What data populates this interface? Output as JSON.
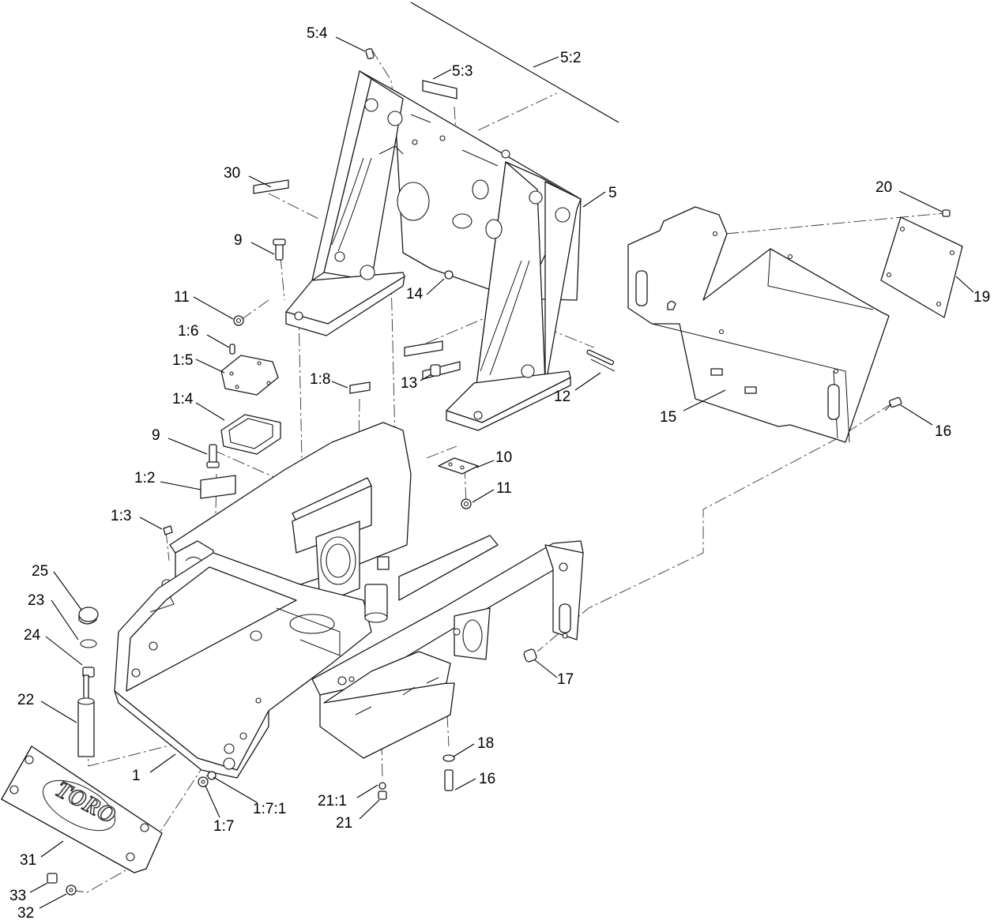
{
  "diagram": {
    "logo_text": "TORO",
    "callouts": [
      {
        "id": "5-4",
        "text": "5:4"
      },
      {
        "id": "5-2",
        "text": "5:2"
      },
      {
        "id": "5-3",
        "text": "5:3"
      },
      {
        "id": "30",
        "text": "30"
      },
      {
        "id": "5",
        "text": "5"
      },
      {
        "id": "20",
        "text": "20"
      },
      {
        "id": "9a",
        "text": "9"
      },
      {
        "id": "19",
        "text": "19"
      },
      {
        "id": "11a",
        "text": "11"
      },
      {
        "id": "14",
        "text": "14"
      },
      {
        "id": "1-6",
        "text": "1:6"
      },
      {
        "id": "1-5",
        "text": "1:5"
      },
      {
        "id": "1-8",
        "text": "1:8"
      },
      {
        "id": "13",
        "text": "13"
      },
      {
        "id": "12",
        "text": "12"
      },
      {
        "id": "1-4",
        "text": "1:4"
      },
      {
        "id": "15",
        "text": "15"
      },
      {
        "id": "16a",
        "text": "16"
      },
      {
        "id": "9b",
        "text": "9"
      },
      {
        "id": "10",
        "text": "10"
      },
      {
        "id": "1-2",
        "text": "1:2"
      },
      {
        "id": "11b",
        "text": "11"
      },
      {
        "id": "1-3",
        "text": "1:3"
      },
      {
        "id": "25",
        "text": "25"
      },
      {
        "id": "23",
        "text": "23"
      },
      {
        "id": "24",
        "text": "24"
      },
      {
        "id": "17",
        "text": "17"
      },
      {
        "id": "22",
        "text": "22"
      },
      {
        "id": "18",
        "text": "18"
      },
      {
        "id": "1",
        "text": "1"
      },
      {
        "id": "16b",
        "text": "16"
      },
      {
        "id": "21-1",
        "text": "21:1"
      },
      {
        "id": "1-7-1",
        "text": "1:7:1"
      },
      {
        "id": "21",
        "text": "21"
      },
      {
        "id": "1-7",
        "text": "1:7"
      },
      {
        "id": "31",
        "text": "31"
      },
      {
        "id": "33",
        "text": "33"
      },
      {
        "id": "32",
        "text": "32"
      }
    ]
  }
}
